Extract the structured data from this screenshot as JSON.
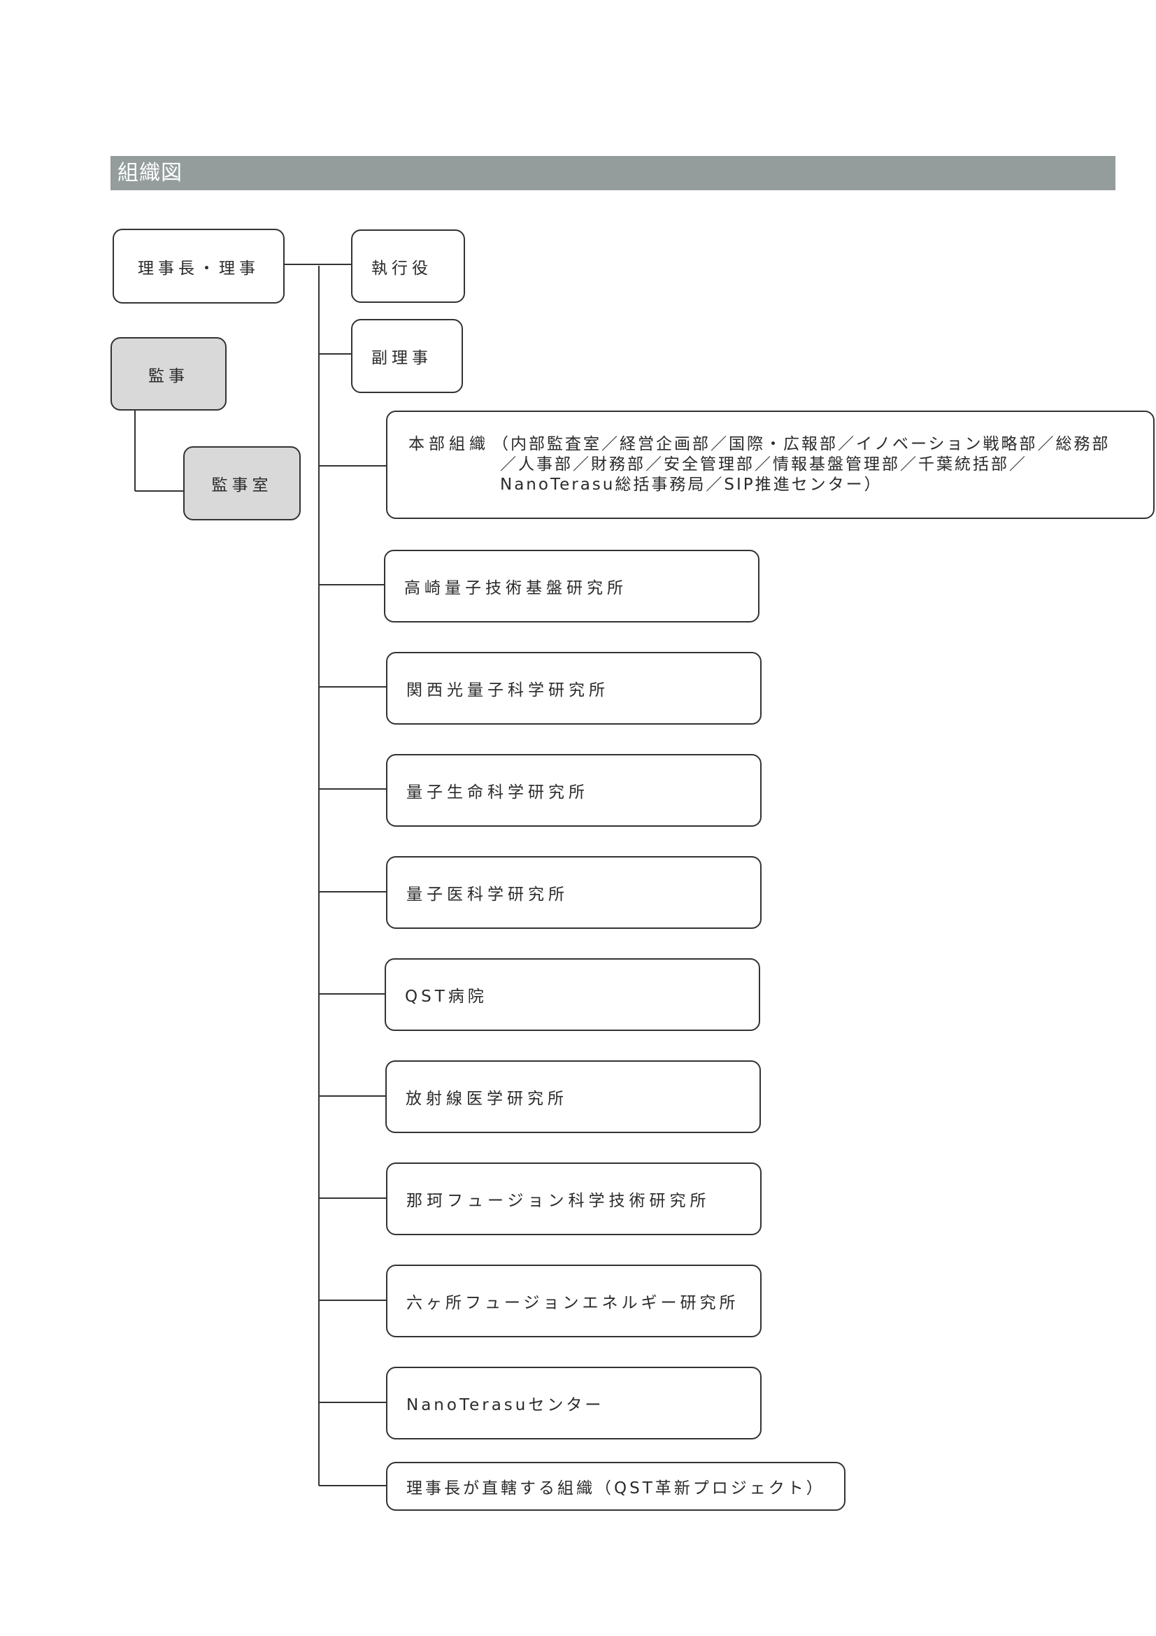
{
  "header": {
    "title": "組織図"
  },
  "top_left": {
    "chairman": "理事長・理事",
    "auditor": "監事",
    "audit_office": "監事室"
  },
  "branch": {
    "executive_officer": "執行役",
    "vice_chairman": "副理事",
    "headquarters": {
      "label": "本部組織",
      "lines": [
        "（内部監査室／経営企画部／国際・広報部／イノベーション戦略部／総務部",
        "／人事部／財務部／安全管理部／情報基盤管理部／千葉統括部／",
        "NanoTerasu総括事務局／SIP推進センター）"
      ]
    }
  },
  "institutes": [
    "高崎量子技術基盤研究所",
    "関西光量子科学研究所",
    "量子生命科学研究所",
    "量子医科学研究所",
    "QST病院",
    "放射線医学研究所",
    "那珂フュージョン科学技術研究所",
    "六ヶ所フュージョンエネルギー研究所",
    "NanoTerasuセンター",
    "理事長が直轄する組織（QST革新プロジェクト）"
  ]
}
